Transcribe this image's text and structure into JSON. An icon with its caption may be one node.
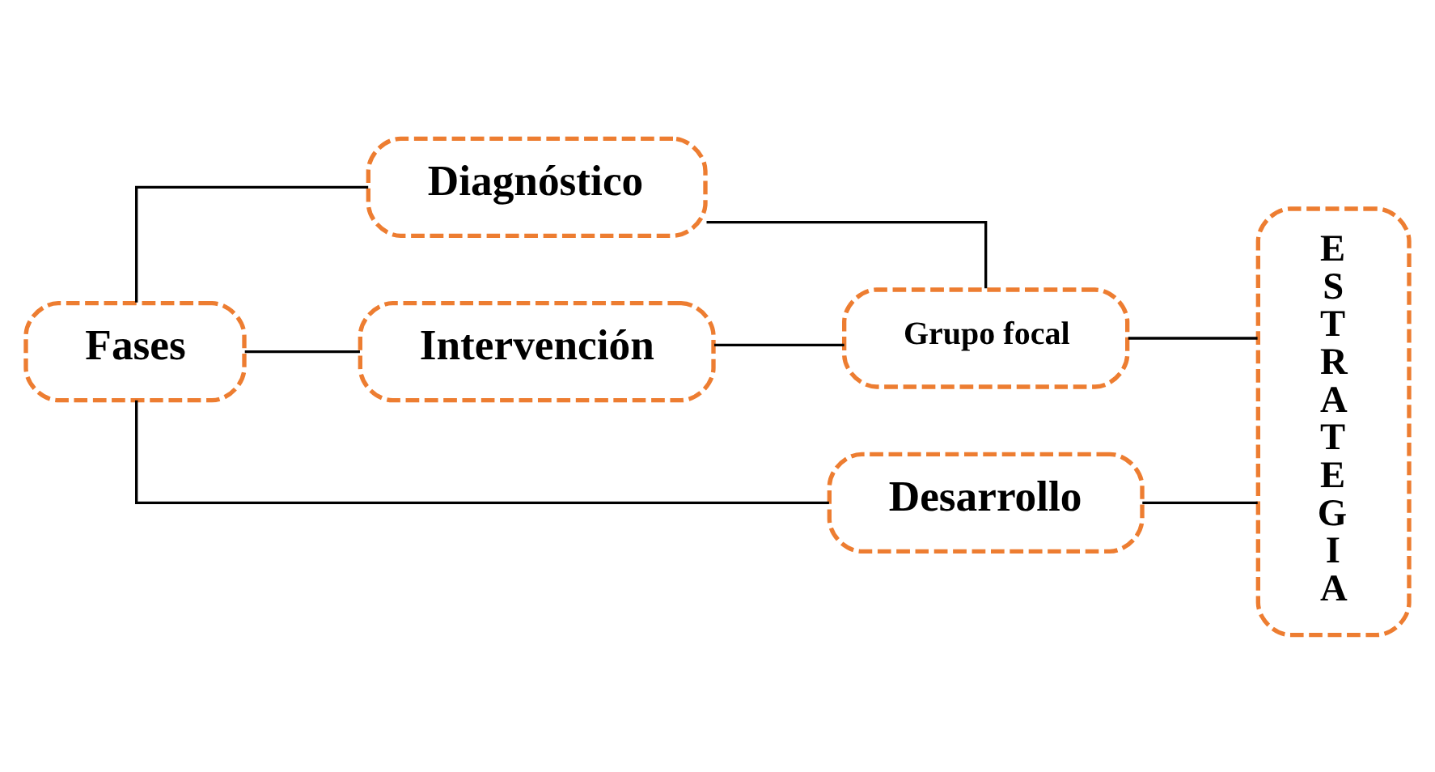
{
  "diagram": {
    "nodes": [
      {
        "text": [
          "Fases"
        ]
      },
      {
        "text": [
          "Diagnóstico"
        ]
      },
      {
        "text": [
          "Intervención"
        ]
      },
      {
        "text": [
          "Desarrollo"
        ]
      },
      {
        "text": [
          "Grupo focal"
        ]
      },
      {
        "text": [
          "ESTRATEGIA"
        ]
      }
    ],
    "edges": [
      {
        "from": 0,
        "to": 1,
        "arrow": "none"
      },
      {
        "from": 0,
        "to": 2,
        "arrow": "none"
      },
      {
        "from": 0,
        "to": 3,
        "arrow": "none"
      },
      {
        "from": 1,
        "to": 4,
        "arrow": "none"
      },
      {
        "from": 2,
        "to": 4,
        "arrow": "none"
      },
      {
        "from": 4,
        "to": 5,
        "arrow": "none"
      },
      {
        "from": 3,
        "to": 5,
        "arrow": "none"
      }
    ]
  }
}
